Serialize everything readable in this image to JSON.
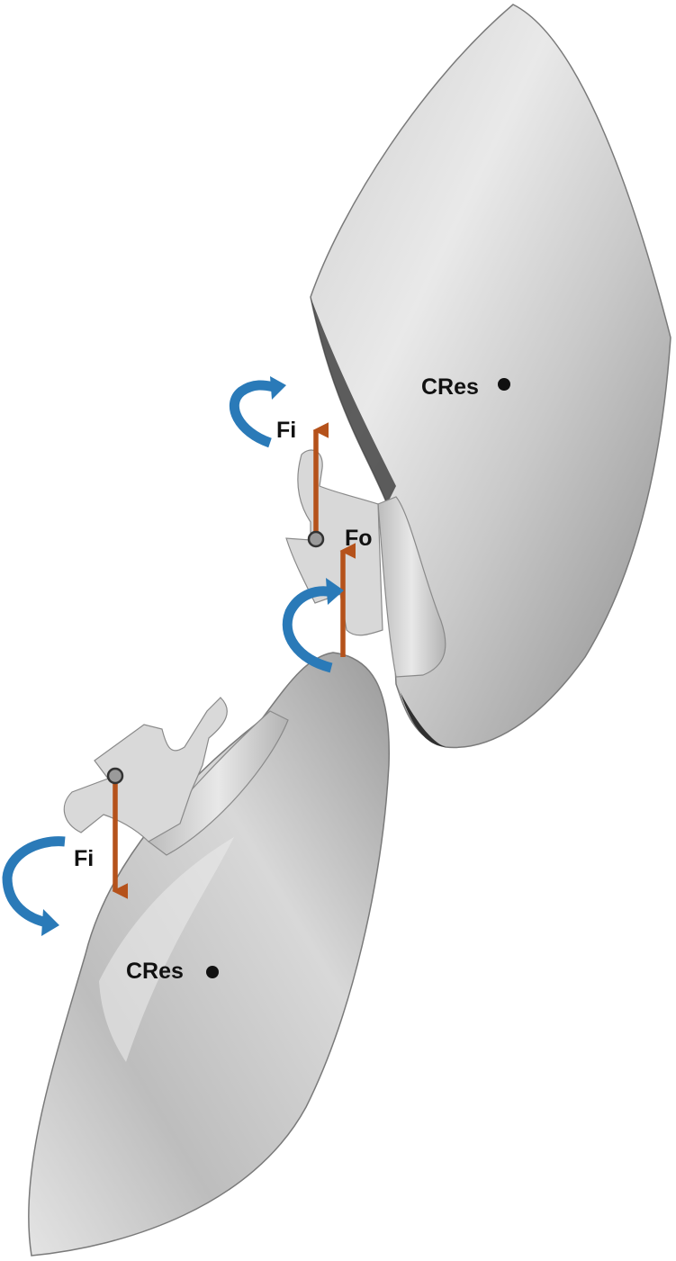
{
  "labels": {
    "upper_cres": "CRes",
    "lower_cres": "CRes",
    "fi_upper": "Fi",
    "fo": "Fo",
    "fi_lower": "Fi"
  },
  "colors": {
    "force_arrow": "#b5521b",
    "moment_arrow": "#2a7ab8",
    "tooth_light": "#e6e6e6",
    "tooth_dark": "#8a8a8a",
    "bracket": "#d6d6d6"
  },
  "icons": {
    "force_arrow": "arrow-up-icon",
    "moment_arrow": "curved-arrow-icon",
    "center_of_resistance": "dot-icon",
    "point_of_application": "circle-icon"
  }
}
